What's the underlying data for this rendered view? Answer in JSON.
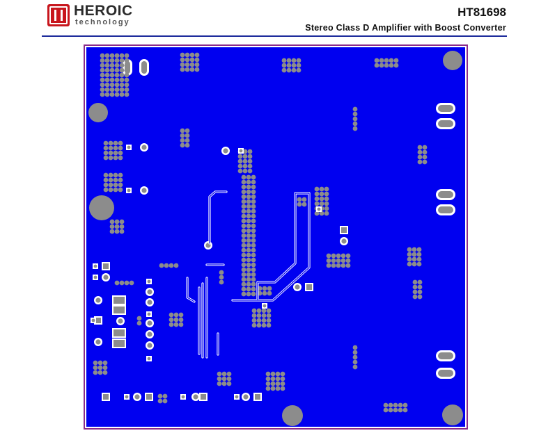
{
  "header": {
    "brand_name": "HEROIC",
    "brand_sub": "technology",
    "part_number": "HT81698",
    "subtitle": "Stereo Class D Amplifier with Boost Converter"
  },
  "colors": {
    "copper": "#0000f0",
    "pad": "#8c8c8c",
    "trace": "#ffffff",
    "outline": "#8a2b8a",
    "rule": "#1b2a9a"
  }
}
